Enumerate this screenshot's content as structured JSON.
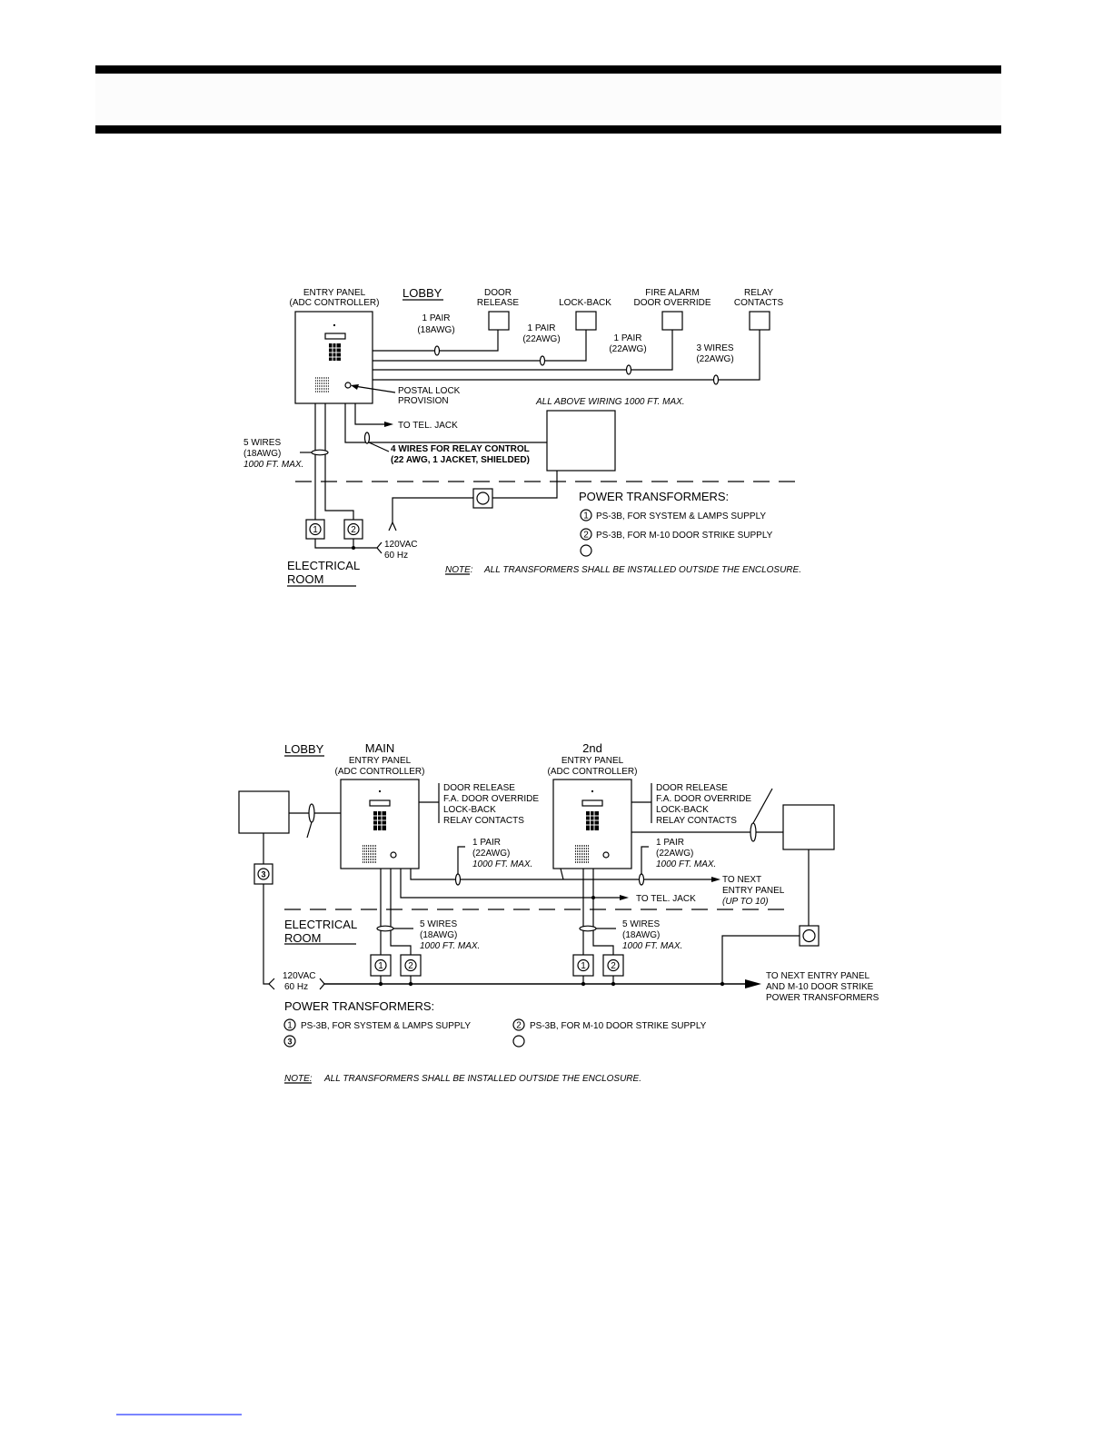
{
  "diagram1": {
    "entry_panel": [
      "ENTRY PANEL",
      "(ADC CONTROLLER)"
    ],
    "lobby": "LOBBY",
    "door_release": [
      "DOOR",
      "RELEASE"
    ],
    "lock_back": "LOCK-BACK",
    "fire_alarm": [
      "FIRE ALARM",
      "DOOR OVERRIDE"
    ],
    "relay_contacts": [
      "RELAY",
      "CONTACTS"
    ],
    "cable_door": [
      "1 PAIR",
      "(18AWG)"
    ],
    "cable_lock": [
      "1 PAIR",
      "(22AWG)"
    ],
    "cable_fire": [
      "1 PAIR",
      "(22AWG)"
    ],
    "cable_relay": [
      "3 WIRES",
      "(22AWG)"
    ],
    "postal_lock": [
      "POSTAL LOCK",
      "PROVISION"
    ],
    "all_above": "ALL ABOVE WIRING 1000 FT. MAX.",
    "tel_jack": "TO TEL. JACK",
    "relay_control": [
      "4 WIRES FOR RELAY CONTROL",
      "(22 AWG, 1 JACKET, SHIELDED)"
    ],
    "five_wires": [
      "5 WIRES",
      "(18AWG)",
      "1000 FT. MAX."
    ],
    "power_title": "POWER TRANSFORMERS:",
    "transformers": [
      {
        "num": "1",
        "text": "PS-3B, FOR SYSTEM & LAMPS SUPPLY"
      },
      {
        "num": "2",
        "text": "PS-3B, FOR M-10 DOOR STRIKE SUPPLY"
      }
    ],
    "vac": [
      "120VAC",
      "60 Hz"
    ],
    "electrical_room": [
      "ELECTRICAL",
      "ROOM"
    ],
    "note_label": "NOTE:",
    "note_text": "ALL TRANSFORMERS SHALL BE INSTALLED OUTSIDE THE ENCLOSURE."
  },
  "diagram2": {
    "lobby": "LOBBY",
    "main_panel": [
      "MAIN",
      "ENTRY PANEL",
      "(ADC CONTROLLER)"
    ],
    "second_panel": [
      "2nd",
      "ENTRY PANEL",
      "(ADC CONTROLLER)"
    ],
    "outputs": [
      "DOOR RELEASE",
      "F.A. DOOR OVERRIDE",
      "LOCK-BACK",
      "RELAY CONTACTS"
    ],
    "pair_cable": [
      "1 PAIR",
      "(22AWG)",
      "1000 FT. MAX."
    ],
    "tel_jack": "TO TEL. JACK",
    "next_panel": [
      "TO NEXT",
      "ENTRY PANEL",
      "(UP TO 10)"
    ],
    "five_wires": [
      "5 WIRES",
      "(18AWG)",
      "1000 FT. MAX."
    ],
    "electrical_room": [
      "ELECTRICAL",
      "ROOM"
    ],
    "vac": [
      "120VAC",
      "60 Hz"
    ],
    "to_next_power": [
      "TO NEXT ENTRY PANEL",
      "AND M-10 DOOR STRIKE",
      "POWER TRANSFORMERS"
    ],
    "power_title": "POWER TRANSFORMERS:",
    "transformers": [
      {
        "num": "1",
        "text": "PS-3B, FOR SYSTEM & LAMPS SUPPLY"
      },
      {
        "num": "2",
        "text": "PS-3B, FOR M-10 DOOR STRIKE SUPPLY"
      },
      {
        "num": "3",
        "text": ""
      }
    ],
    "note_label": "NOTE:",
    "note_text": "ALL TRANSFORMERS SHALL BE INSTALLED OUTSIDE THE ENCLOSURE."
  }
}
